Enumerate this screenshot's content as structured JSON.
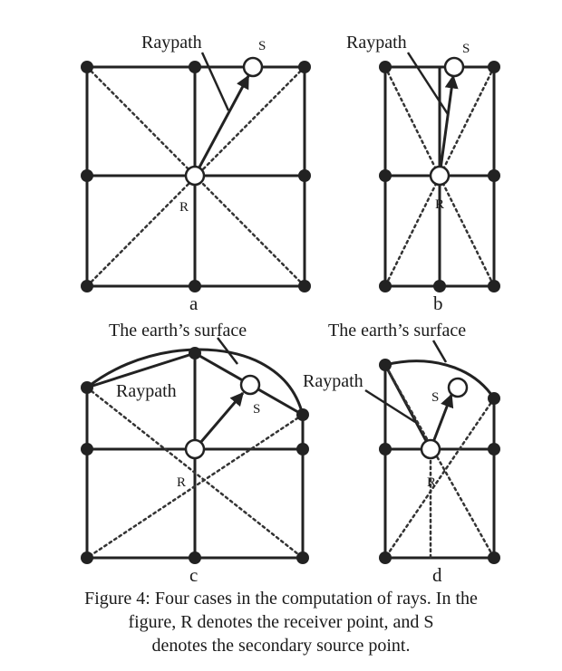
{
  "labels": {
    "raypath": "Raypath",
    "source": "S",
    "receiver": "R",
    "surface": "The earth’s surface"
  },
  "cases": [
    "a",
    "b",
    "c",
    "d"
  ],
  "caption": {
    "line1": "Figure 4: Four cases in the computation of rays. In the",
    "line2": "figure, R denotes the receiver point, and S",
    "line3": "denotes the secondary source point."
  }
}
